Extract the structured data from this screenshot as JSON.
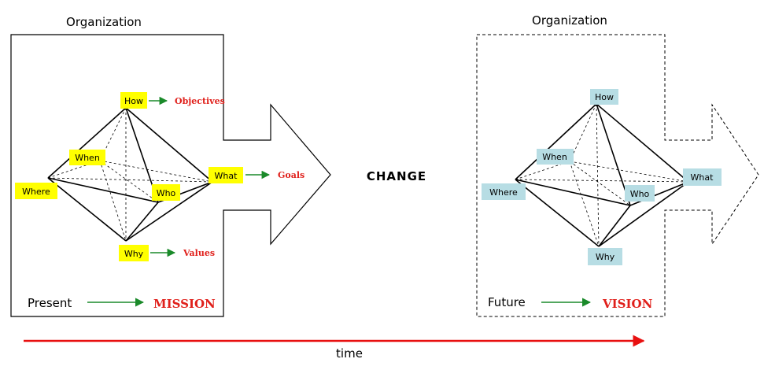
{
  "present": {
    "title": "Organization",
    "labels": {
      "how": "How",
      "when": "When",
      "where": "Where",
      "who": "Who",
      "what": "What",
      "why": "Why"
    },
    "outputs": {
      "objectives": "Objectives",
      "goals": "Goals",
      "values": "Values"
    },
    "caption": "Present",
    "result": "MISSION",
    "label_color": "#ffff00"
  },
  "change": "CHANGE",
  "future": {
    "title": "Organization",
    "labels": {
      "how": "How",
      "when": "When",
      "where": "Where",
      "who": "Who",
      "what": "What",
      "why": "Why"
    },
    "caption": "Future",
    "result": "VISION",
    "label_color": "#b7dde4"
  },
  "timeline": {
    "label": "time",
    "color": "#e81010"
  },
  "colors": {
    "arrow_green": "#1a8a2a",
    "result_red": "#e0201b"
  }
}
